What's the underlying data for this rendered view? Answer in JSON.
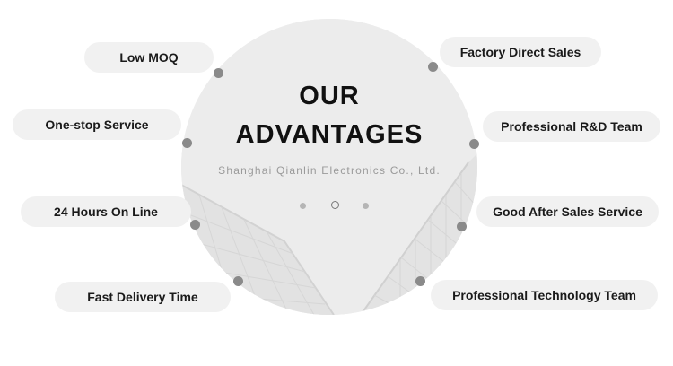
{
  "center": {
    "title_line1": "OUR",
    "title_line2": "ADVANTAGES",
    "company": "Shanghai Qianlin Electronics Co., Ltd."
  },
  "advantages_left": [
    "Low MOQ",
    "One-stop Service",
    "24 Hours On Line",
    "Fast Delivery Time"
  ],
  "advantages_right": [
    "Factory Direct Sales",
    "Professional R&D Team",
    "Good After Sales Service",
    "Professional Technology Team"
  ],
  "carousel": {
    "count": 3,
    "active_index": 1
  },
  "colors": {
    "pill_bg": "#f1f1f1",
    "dot": "#8a8a8a",
    "circle_bg": "#ececec",
    "title": "#111111"
  }
}
